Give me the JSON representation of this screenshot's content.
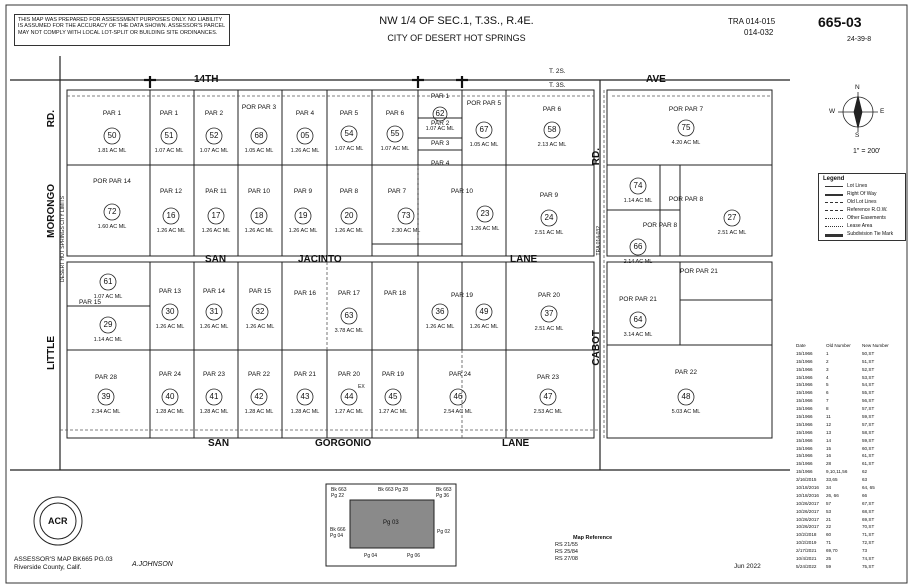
{
  "header": {
    "disclaimer": "THIS MAP WAS PREPARED FOR ASSESSMENT PURPOSES ONLY. NO LIABILITY IS ASSUMED FOR THE ACCURACY OF THE DATA SHOWN. ASSESSOR'S PARCEL MAY NOT COMPLY WITH LOCAL LOT-SPLIT OR BUILDING SITE ORDINANCES.",
    "title": "NW 1/4 OF SEC.1, T.3S., R.4E.",
    "subtitle": "CITY OF DESERT HOT SPRINGS",
    "tra": "TRA 014-015",
    "tra2": "014-032",
    "sheet": "665-03",
    "sheet_ref": "24-39-8"
  },
  "streets": {
    "fourteenth": "14TH",
    "ave": "AVE",
    "t2s": "T. 2S.",
    "t3s": "T. 3S.",
    "morongo": "MORONGO",
    "rd": "RD.",
    "little": "LITTLE",
    "san": "SAN",
    "jacinto": "JACINTO",
    "lane": "LANE",
    "gorgonio": "GORGONIO",
    "cabot": "CABOT",
    "cabot_rd": "RD.",
    "tra_cabot": "TRA 014-032",
    "city_limits": "DESERT HOT SPRINGS CITY LIMITS"
  },
  "parcels": [
    {
      "par": "PAR 1",
      "num": "50",
      "acres": "1.81 AC ML"
    },
    {
      "par": "PAR 1",
      "num": "51",
      "acres": "1.07 AC ML"
    },
    {
      "par": "PAR 2",
      "num": "52",
      "acres": "1.07 AC ML"
    },
    {
      "par": "POR PAR 3",
      "num": "68",
      "acres": "1.05 AC ML"
    },
    {
      "par": "PAR 4",
      "num": "05",
      "acres": "1.26 AC ML"
    },
    {
      "par": "PAR 5",
      "num": "54",
      "acres": "1.07 AC ML"
    },
    {
      "par": "PAR 6",
      "num": "55",
      "acres": "1.07 AC ML"
    },
    {
      "par": "PAR 1",
      "num": "62",
      "acres": "1.07 AC ML"
    },
    {
      "par": "POR PAR 5",
      "num": "67",
      "acres": "1.05 AC ML"
    },
    {
      "par": "PAR 6",
      "num": "58",
      "acres": "2.13 AC ML"
    },
    {
      "par": "POR PAR 7",
      "num": "75",
      "acres": "4.20 AC ML"
    },
    {
      "par": "POR PAR 14",
      "num": "72",
      "acres": "1.60 AC ML"
    },
    {
      "par": "PAR 12",
      "num": "16",
      "acres": "1.26 AC ML"
    },
    {
      "par": "PAR 11",
      "num": "17",
      "acres": "1.26 AC ML"
    },
    {
      "par": "PAR 10",
      "num": "18",
      "acres": "1.26 AC ML"
    },
    {
      "par": "PAR 9",
      "num": "19",
      "acres": "1.26 AC ML"
    },
    {
      "par": "PAR 8",
      "num": "20",
      "acres": "1.26 AC ML"
    },
    {
      "par": "PAR 7",
      "num": "73",
      "acres": "2.30 AC ML"
    },
    {
      "par": "PAR 10",
      "num": "23",
      "acres": "1.26 AC ML"
    },
    {
      "par": "PAR 9",
      "num": "24",
      "acres": "2.51 AC ML"
    },
    {
      "par": "",
      "num": "74",
      "acres": "1.14 AC ML"
    },
    {
      "par": "POR PAR 8",
      "num": "66",
      "acres": "2.14 AC ML"
    },
    {
      "par": "POR PAR 8",
      "num": "27",
      "acres": "2.51 AC ML"
    },
    {
      "par": "",
      "num": "61",
      "acres": "1.07 AC ML"
    },
    {
      "par": "PAR 15",
      "num": "29",
      "acres": "1.14 AC ML"
    },
    {
      "par": "PAR 13",
      "num": "30",
      "acres": "1.26 AC ML"
    },
    {
      "par": "PAR 14",
      "num": "31",
      "acres": "1.26 AC ML"
    },
    {
      "par": "PAR 15",
      "num": "32",
      "acres": "1.26 AC ML"
    },
    {
      "par": "PAR 16",
      "num": "",
      "acres": ""
    },
    {
      "par": "PAR 17",
      "num": "63",
      "acres": "3.78 AC ML"
    },
    {
      "par": "PAR 18",
      "num": "",
      "acres": ""
    },
    {
      "par": "",
      "num": "36",
      "acres": "1.26 AC ML"
    },
    {
      "par": "PAR 19",
      "num": "49",
      "acres": "1.26 AC ML"
    },
    {
      "par": "PAR 20",
      "num": "37",
      "acres": "2.51 AC ML"
    },
    {
      "par": "POR PAR 21",
      "num": "64",
      "acres": "3.14 AC ML"
    },
    {
      "par": "PAR 28",
      "num": "39",
      "acres": "2.34 AC ML"
    },
    {
      "par": "PAR 24",
      "num": "40",
      "acres": "1.28 AC ML"
    },
    {
      "par": "PAR 23",
      "num": "41",
      "acres": "1.28 AC ML"
    },
    {
      "par": "PAR 22",
      "num": "42",
      "acres": "1.28 AC ML"
    },
    {
      "par": "PAR 21",
      "num": "43",
      "acres": "1.28 AC ML"
    },
    {
      "par": "PAR 20",
      "num": "44",
      "acres": "1.27 AC ML"
    },
    {
      "par": "PAR 19",
      "num": "45",
      "acres": "1.27 AC ML"
    },
    {
      "par": "PAR 24",
      "num": "46",
      "acres": "2.54 AC ML"
    },
    {
      "par": "PAR 23",
      "num": "47",
      "acres": "2.53 AC ML"
    },
    {
      "par": "PAR 22",
      "num": "48",
      "acres": "5.03 AC ML"
    }
  ],
  "small_parcels": {
    "par2": "PAR 2",
    "par3": "PAR 3",
    "par4": "PAR 4",
    "ex": "EX",
    "por_par21": "POR PAR 21"
  },
  "legend": {
    "title": "Legend",
    "items": [
      "Lot Lines",
      "Right Of Way",
      "Old Lot Lines",
      "Reference R.O.W.",
      "Other Easements",
      "Lease Area",
      "Subdivision Tie Mark"
    ]
  },
  "scale": "1\" = 200'",
  "compass": {
    "n": "N",
    "s": "S",
    "e": "E",
    "w": "W"
  },
  "record_table": {
    "headers": [
      "Date",
      "Old Number",
      "New Number"
    ],
    "rows": [
      [
        "15/1966",
        "1",
        "50,ST"
      ],
      [
        "15/1966",
        "2",
        "51,ST"
      ],
      [
        "15/1966",
        "3",
        "52,ST"
      ],
      [
        "15/1966",
        "4",
        "53,ST"
      ],
      [
        "15/1966",
        "5",
        "54,ST"
      ],
      [
        "15/1966",
        "6",
        "55,ST"
      ],
      [
        "15/1966",
        "7",
        "56,ST"
      ],
      [
        "15/1966",
        "8",
        "57,ST"
      ],
      [
        "15/1966",
        "11",
        "59,ST"
      ],
      [
        "15/1966",
        "12",
        "57,ST"
      ],
      [
        "15/1966",
        "13",
        "58,ST"
      ],
      [
        "15/1966",
        "14",
        "59,ST"
      ],
      [
        "15/1966",
        "15",
        "60,ST"
      ],
      [
        "15/1966",
        "16",
        "61,ST"
      ],
      [
        "15/1966",
        "28",
        "61,ST"
      ],
      [
        "15/1966",
        "9,10,11,56",
        "62"
      ],
      [
        "3/16/2015",
        "33,65",
        "63"
      ],
      [
        "10/18/2016",
        "34",
        "64, 65"
      ],
      [
        "10/18/2016",
        "26, 66",
        "66"
      ],
      [
        "10/26/2017",
        "57",
        "67,ST"
      ],
      [
        "10/26/2017",
        "53",
        "68,ST"
      ],
      [
        "10/26/2017",
        "21",
        "69,ST"
      ],
      [
        "10/26/2017",
        "22",
        "70,ST"
      ],
      [
        "10/2/2018",
        "60",
        "71,ST"
      ],
      [
        "10/2/2019",
        "71",
        "72,ST"
      ],
      [
        "2/17/2021",
        "69,70",
        "73"
      ],
      [
        "10/4/2021",
        "25",
        "74,ST"
      ],
      [
        "5/24/2022",
        "59",
        "75,ST"
      ]
    ]
  },
  "inset": {
    "bk663_pg22": "Bk 663 Pg 22",
    "bk663_pg28": "Bk 663 Pg 28",
    "bk663_pg36": "Bk 663 Pg 36",
    "pg03": "Pg 03",
    "bk666_pg04": "Bk 666 Pg 04",
    "pg02": "Pg 02",
    "pg04": "Pg 04",
    "pg06": "Pg 06"
  },
  "map_reference": {
    "title": "Map Reference",
    "rs1": "RS  21/55",
    "rs2": "RS  25/84",
    "rs3": "RS  27/08"
  },
  "footer": {
    "left1": "ASSESSOR'S MAP BK665 PG.03",
    "left2": "Riverside County, Calif.",
    "signature": "A.JOHNSON",
    "date": "Jun 2022"
  },
  "seal_text": "ACR"
}
